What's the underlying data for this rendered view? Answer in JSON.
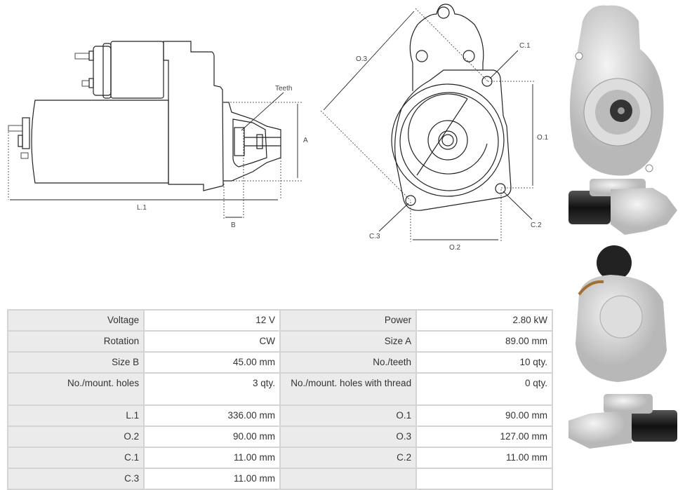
{
  "drawing_side": {
    "teeth_label": "Teeth",
    "a_label": "A",
    "b_label": "B",
    "l1_label": "L.1"
  },
  "drawing_front": {
    "o1_label": "O.1",
    "o2_label": "O.2",
    "o3_label": "O.3",
    "c1_label": "C.1",
    "c2_label": "C.2",
    "c3_label": "C.3"
  },
  "specs": [
    {
      "label": "Voltage",
      "value": "12 V",
      "label2": "Power",
      "value2": "2.80 kW"
    },
    {
      "label": "Rotation",
      "value": "CW",
      "label2": "Size A",
      "value2": "89.00 mm"
    },
    {
      "label": "Size B",
      "value": "45.00 mm",
      "label2": "No./teeth",
      "value2": "10 qty."
    },
    {
      "label": "No./mount. holes",
      "value": "3 qty.",
      "label2": "No./mount. holes with thread",
      "value2": "0 qty."
    },
    {
      "label": "L.1",
      "value": "336.00 mm",
      "label2": "O.1",
      "value2": "90.00 mm"
    },
    {
      "label": "O.2",
      "value": "90.00 mm",
      "label2": "O.3",
      "value2": "127.00 mm"
    },
    {
      "label": "C.1",
      "value": "11.00 mm",
      "label2": "C.2",
      "value2": "11.00 mm"
    },
    {
      "label": "C.3",
      "value": "11.00 mm",
      "label2": "",
      "value2": ""
    }
  ]
}
